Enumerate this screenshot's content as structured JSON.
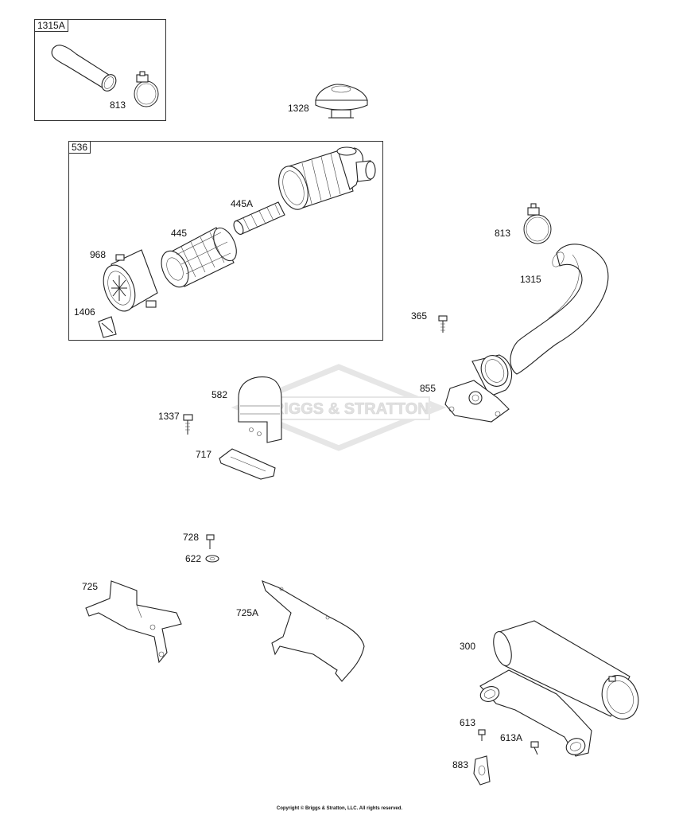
{
  "diagram": {
    "groups": [
      {
        "id": "1315A"
      },
      {
        "id": "536"
      }
    ],
    "labels": {
      "l_1315A": "1315A",
      "l_813a": "813",
      "l_1328": "1328",
      "l_536": "536",
      "l_445A": "445A",
      "l_445": "445",
      "l_968": "968",
      "l_1406": "1406",
      "l_813b": "813",
      "l_1315": "1315",
      "l_365": "365",
      "l_855": "855",
      "l_582": "582",
      "l_1337": "1337",
      "l_717": "717",
      "l_728": "728",
      "l_622": "622",
      "l_725": "725",
      "l_725A": "725A",
      "l_300": "300",
      "l_613": "613",
      "l_613A": "613A",
      "l_883": "883"
    },
    "watermark": "BRIGGS & STRATTON",
    "copyright": "Copyright © Briggs & Stratton, LLC. All rights reserved."
  },
  "colors": {
    "line": "#222222",
    "watermark": "#e3e3e3",
    "background": "#ffffff"
  }
}
